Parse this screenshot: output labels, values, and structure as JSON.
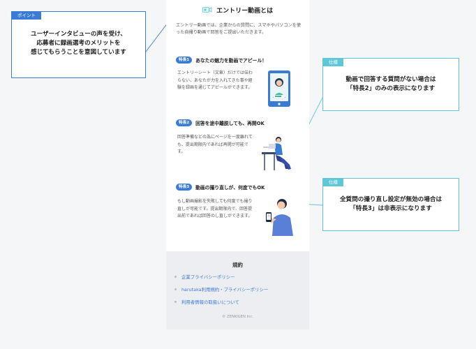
{
  "page": {
    "title": "エントリー動画とは",
    "intro": "エントリー動画では、企業からの質問に、スマホやパソコンを使った自撮り動画で回答をご提出いただきます。"
  },
  "features": [
    {
      "badge": "特長1",
      "title": "あなたの魅力を動画でアピール！",
      "body": "エントリーシート（文章）だけでは伝わらない、あなたが力を入れてきた事や経験を録画を通じてアピールができます。"
    },
    {
      "badge": "特長2",
      "title": "回答を途中離脱しても、再開OK",
      "body": "回答準備などの為にページを一度離れても、提出期限内であれば再開が可能です。"
    },
    {
      "badge": "特長3",
      "title": "動画の撮り直しが、何度でもOK",
      "body": "もし動画撮影を失敗しても何度でも撮り直しが可能です。提出期限内で、回答提出前であれば回答のし直しができます。"
    }
  ],
  "footer": {
    "title": "規約",
    "links": [
      "企業プライバシーポリシー",
      "harutaka利用規約・プライバシーポリシー",
      "利用者情報の取扱いについて"
    ],
    "copyright": "© ZENKIGEN Inc."
  },
  "annotations": [
    {
      "tag": "ポイント",
      "lines": [
        "ユーザーインタビューの声を受け、",
        "応募者に録画選考のメリットを",
        "感じてもらうことを意図しています"
      ]
    },
    {
      "tag": "仕様",
      "lines": [
        "動画で回答する質問がない場合は",
        "「特長2」のみの表示になります"
      ]
    },
    {
      "tag": "仕様",
      "lines": [
        "全質問の撮り直し設定が無効の場合は",
        "「特長3」は非表示になります"
      ]
    }
  ],
  "colors": {
    "accent": "#3a7bd5",
    "teal": "#5ec8d8"
  }
}
